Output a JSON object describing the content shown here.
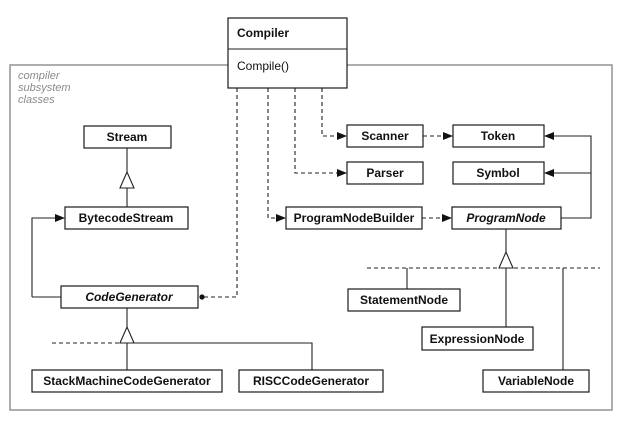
{
  "subsystem": {
    "label_lines": [
      "compiler",
      "subsystem",
      "classes"
    ]
  },
  "classes": {
    "compiler": {
      "name": "Compiler",
      "operation": "Compile()"
    },
    "scanner": {
      "name": "Scanner"
    },
    "token": {
      "name": "Token"
    },
    "parser": {
      "name": "Parser"
    },
    "symbol": {
      "name": "Symbol"
    },
    "stream": {
      "name": "Stream"
    },
    "bytecode_stream": {
      "name": "BytecodeStream"
    },
    "program_node_builder": {
      "name": "ProgramNodeBuilder"
    },
    "program_node": {
      "name": "ProgramNode"
    },
    "code_generator": {
      "name": "CodeGenerator"
    },
    "statement_node": {
      "name": "StatementNode"
    },
    "expression_node": {
      "name": "ExpressionNode"
    },
    "variable_node": {
      "name": "VariableNode"
    },
    "stack_machine_code_generator": {
      "name": "StackMachineCodeGenerator"
    },
    "risc_code_generator": {
      "name": "RISCCodeGenerator"
    }
  },
  "colors": {
    "line": "#222222",
    "subsystem_border": "#9a9a9a",
    "subsystem_text": "#8a8a8a"
  }
}
